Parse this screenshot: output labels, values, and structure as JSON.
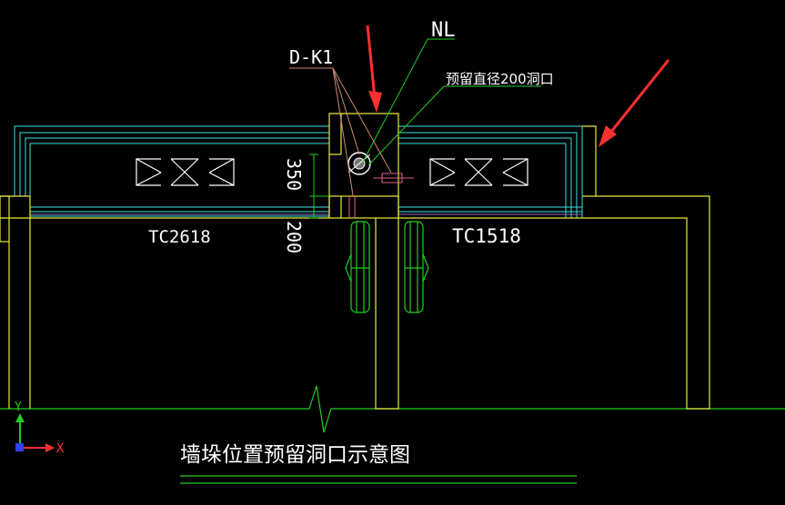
{
  "labels": {
    "nl": "NL",
    "dk1": "D-K1",
    "hole_note": "预留直径200洞口",
    "dim_350": "350",
    "dim_200": "200",
    "window_left": "TC2618",
    "window_right": "TC1518",
    "title": "墙垛位置预留洞口示意图",
    "ucs_y": "Y",
    "ucs_x": "X"
  },
  "colors": {
    "background": "#000000",
    "wall": "#e8e840",
    "window_frame": "#40e0e0",
    "window_inner": "#ffffff",
    "green": "#22cc22",
    "leader": "#d08a70",
    "arrow_red": "#ff3030",
    "pink": "#e06090",
    "purple": "#8c6ec8"
  }
}
